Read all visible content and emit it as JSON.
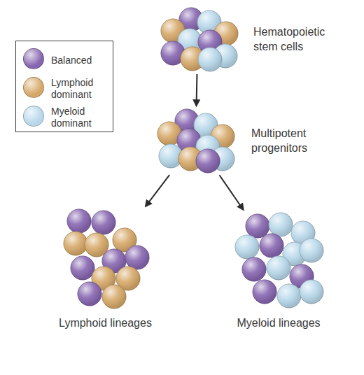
{
  "diagram": {
    "nodes": [
      {
        "text": [
          "Hematopoietic stem cells"
        ]
      },
      {
        "text": [
          "Multipotent progenitors"
        ]
      },
      {
        "text": [
          "Lymphoid lineages"
        ]
      },
      {
        "text": [
          "Myeloid lineages"
        ]
      }
    ],
    "edges": [
      {
        "from": 0,
        "to": 1,
        "arrow": "to"
      },
      {
        "from": 1,
        "to": 2,
        "arrow": "to"
      },
      {
        "from": 1,
        "to": 3,
        "arrow": "to"
      }
    ],
    "legend": [
      {
        "text": "Balanced",
        "color": "#8766b0"
      },
      {
        "text": "Lymphoid dominant",
        "color": "#d6a868"
      },
      {
        "text": "Myeloid dominant",
        "color": "#b8d8ea"
      }
    ]
  }
}
